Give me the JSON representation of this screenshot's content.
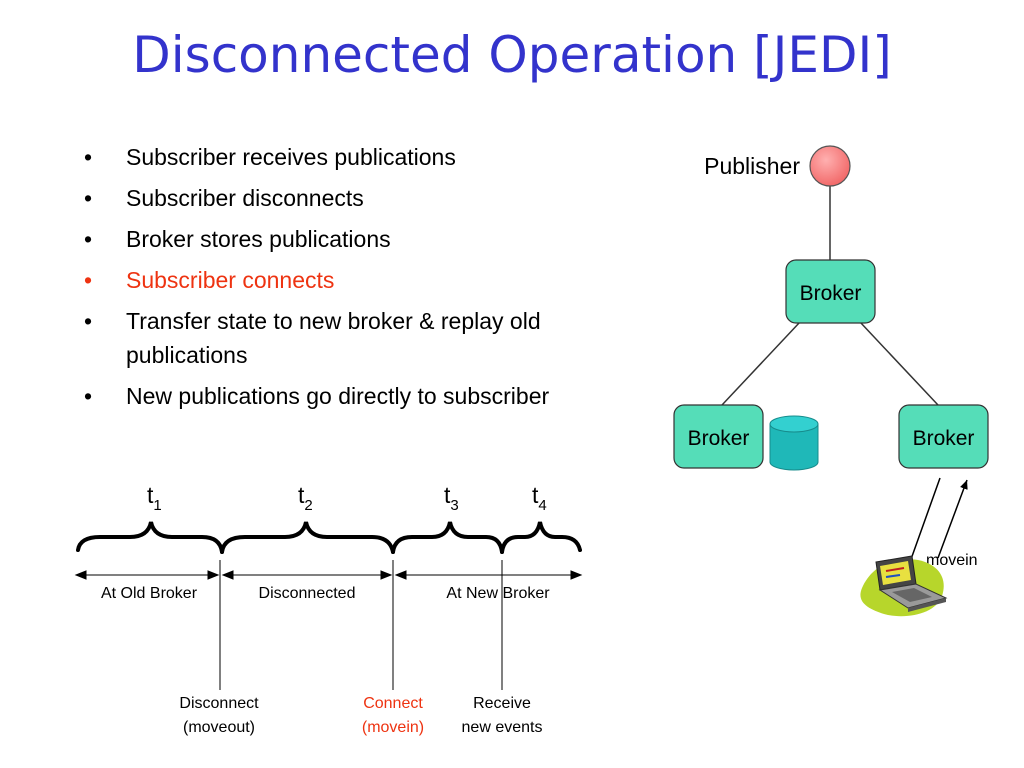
{
  "slide": {
    "title": "Disconnected Operation [JEDI]",
    "bullets": [
      {
        "text": "Subscriber receives publications",
        "color": "#000000"
      },
      {
        "text": "Subscriber disconnects",
        "color": "#000000"
      },
      {
        "text": "Broker stores publications",
        "color": "#000000"
      },
      {
        "text": "Subscriber connects",
        "color": "#ee3311"
      },
      {
        "text": "Transfer state to new broker & replay old publications",
        "color": "#000000"
      },
      {
        "text": "New publications go directly to subscriber",
        "color": "#000000"
      }
    ],
    "bullet_glyph": "•"
  },
  "diagram": {
    "publisher_label": "Publisher",
    "broker_top": "Broker",
    "broker_left": "Broker",
    "broker_right": "Broker",
    "movein_label": "movein",
    "colors": {
      "broker_fill": "#55ddb8",
      "publisher_fill": "#f26a6a",
      "storage_fill": "#22c4c4"
    }
  },
  "timeline": {
    "periods": [
      {
        "t": "t",
        "sub": "1"
      },
      {
        "t": "t",
        "sub": "2"
      },
      {
        "t": "t",
        "sub": "3"
      },
      {
        "t": "t",
        "sub": "4"
      }
    ],
    "spans": [
      "At Old Broker",
      "Disconnected",
      "At New Broker"
    ],
    "events": [
      {
        "line1": "Disconnect",
        "line2": "(moveout)",
        "color": "#000000"
      },
      {
        "line1": "Connect",
        "line2": "(movein)",
        "color": "#ee3311"
      },
      {
        "line1": "Receive",
        "line2": "new events",
        "color": "#000000"
      }
    ]
  }
}
